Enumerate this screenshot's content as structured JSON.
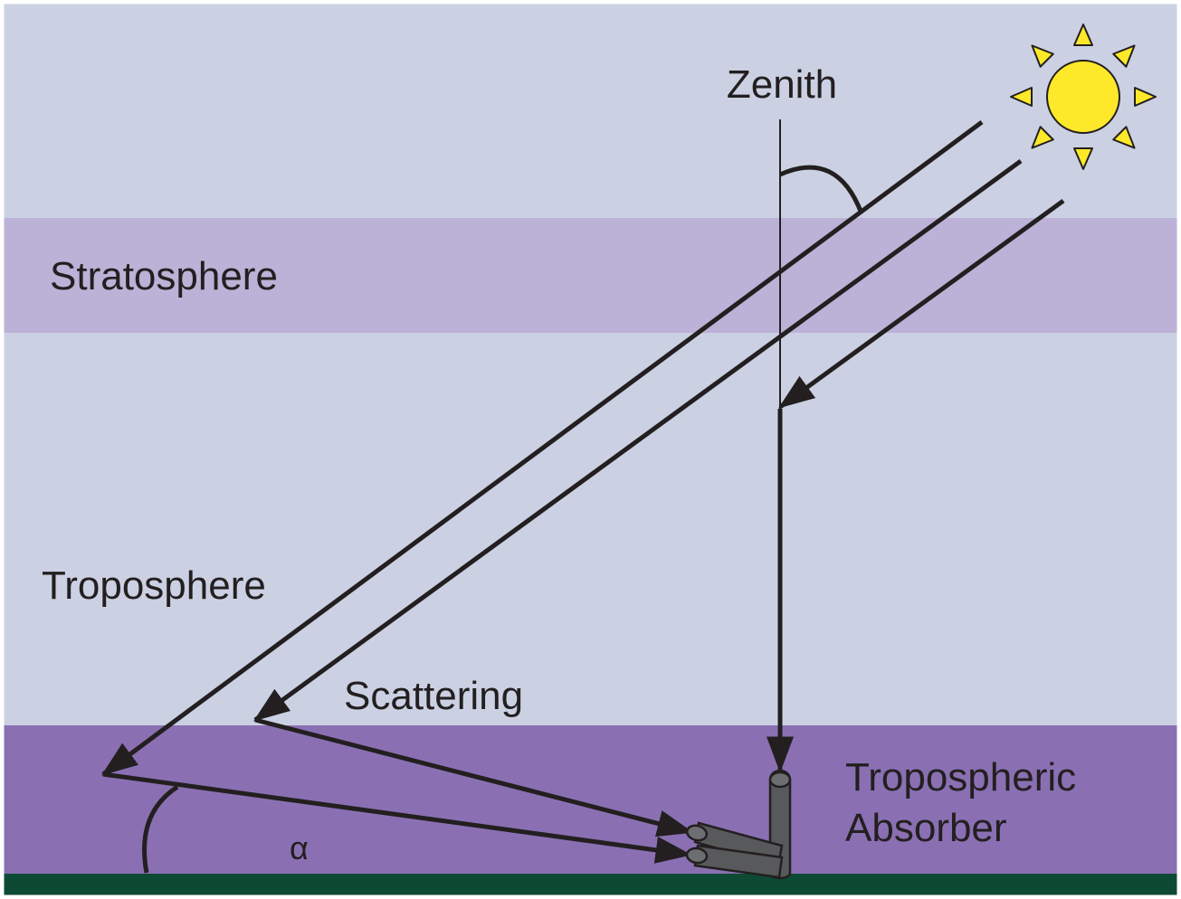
{
  "labels": {
    "zenith": "Zenith",
    "stratosphere": "Stratosphere",
    "troposphere": "Troposphere",
    "scattering": "Scattering",
    "tropospheric_absorber_line1": "Tropospheric",
    "tropospheric_absorber_line2": "Absorber",
    "alpha": "α"
  },
  "icons": {
    "sun": "sun-icon",
    "telescope": "telescope-icon"
  },
  "colors": {
    "sky": "#cbd1e3",
    "stratosphere_band": "#bcb1d6",
    "absorber_band": "#8a70b3",
    "ground": "#0d4a33",
    "sun_fill": "#fde92a",
    "line": "#231f20",
    "telescope": "#58595b"
  }
}
